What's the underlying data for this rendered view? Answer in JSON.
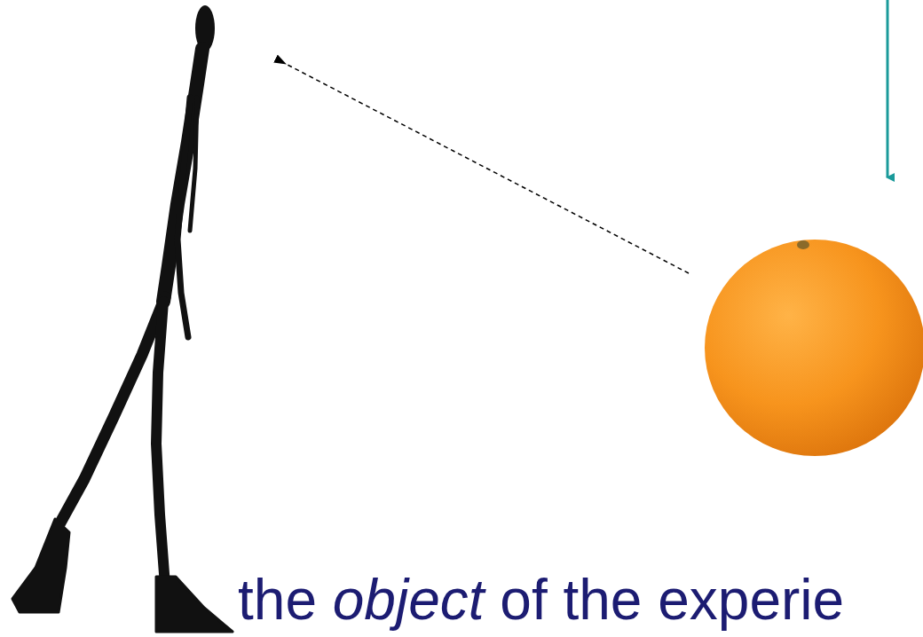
{
  "diagram": {
    "labels": [
      "the",
      "object",
      "of the experie"
    ]
  }
}
